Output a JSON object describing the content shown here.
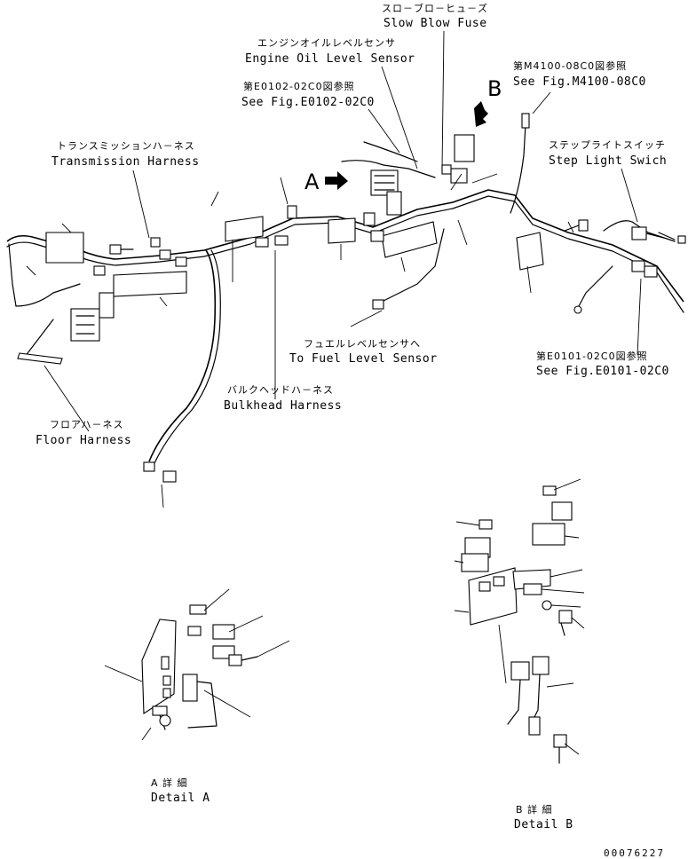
{
  "labels": {
    "slow_blow_fuse_jp": "スロ－ブロ－ヒュ－ズ",
    "slow_blow_fuse_en": "Slow Blow Fuse",
    "engine_oil_jp": "エンジンオイルレベルセンサ",
    "engine_oil_en": "Engine Oil Level Sensor",
    "see_e0102_jp": "第E0102-02C0図参照",
    "see_e0102_en": "See Fig.E0102-02C0",
    "see_m4100_jp": "第M4100-08C0図参照",
    "see_m4100_en": "See Fig.M4100-08C0",
    "transmission_jp": "トランスミッションハ－ネス",
    "transmission_en": "Transmission Harness",
    "step_light_jp": "ステップライトスイッチ",
    "step_light_en": "Step Light Swich",
    "fuel_level_jp": "フュエルレベルセンサへ",
    "fuel_level_en": "To Fuel Level Sensor",
    "see_e0101_jp": "第E0101-02C0図参照",
    "see_e0101_en": "See Fig.E0101-02C0",
    "bulkhead_jp": "バルクヘッドハ－ネス",
    "bulkhead_en": "Bulkhead Harness",
    "floor_jp": "フロアハ－ネス",
    "floor_en": "Floor Harness",
    "view_a": "A",
    "view_b": "B",
    "detail_a_jp": "A 詳 細",
    "detail_a_en": "Detail A",
    "detail_b_jp": "B 詳 細",
    "detail_b_en": "Detail B",
    "part_number": "00076227"
  }
}
